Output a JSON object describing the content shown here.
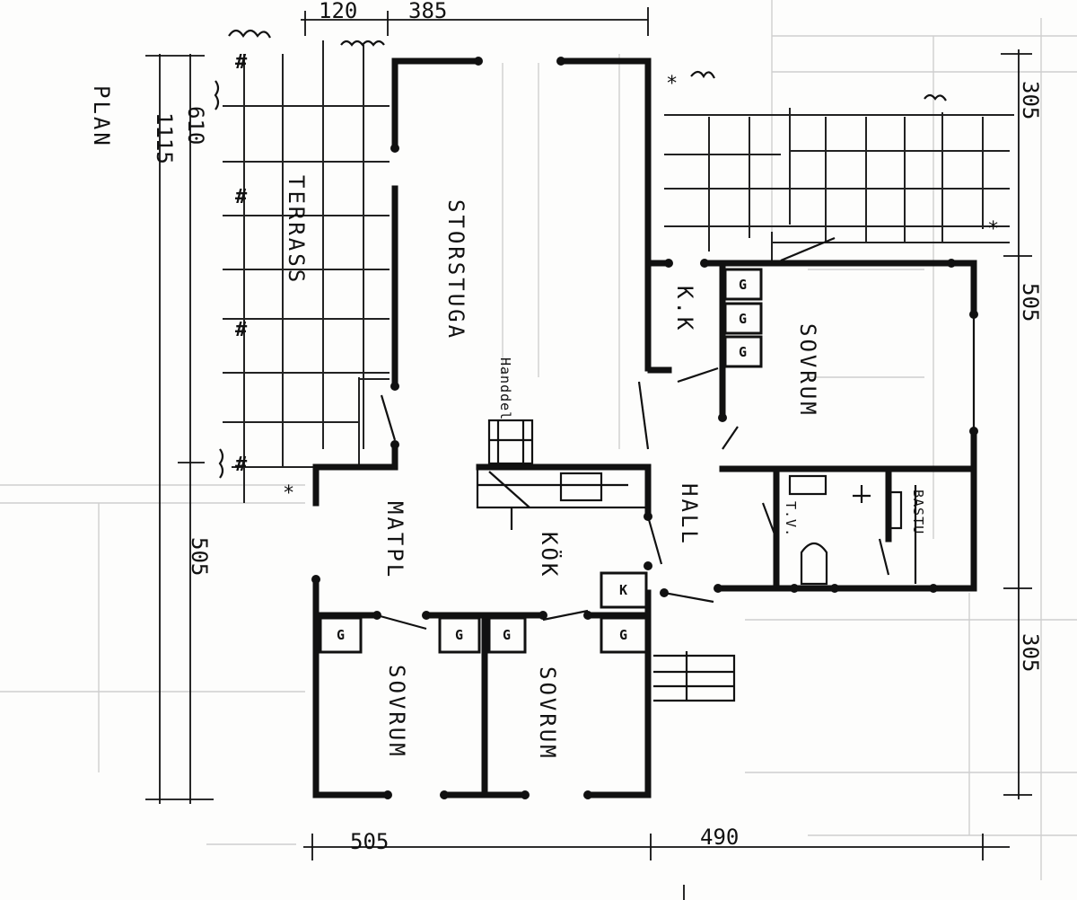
{
  "title": "PLAN",
  "rooms": {
    "terrass": "TERRASS",
    "storstuga": "STORSTUGA",
    "kk": "K.K",
    "sovrum_top": "SOVRUM",
    "hall": "HALL",
    "matpl": "MATPL",
    "kok": "KÖK",
    "tv": "T.V.",
    "bastu": "BASTU",
    "sovrum_left": "SOVRUM",
    "sovrum_right": "SOVRUM",
    "hand_note": "Handdel"
  },
  "markers": {
    "g": "G",
    "k": "K"
  },
  "dimensions": {
    "top_a": "120",
    "top_b": "385",
    "left_total": "1115",
    "left_upper": "610",
    "left_lower": "505",
    "bottom_left": "505",
    "bottom_right": "490",
    "right_upper": "305",
    "right_mid": "505",
    "right_lower": "305"
  }
}
